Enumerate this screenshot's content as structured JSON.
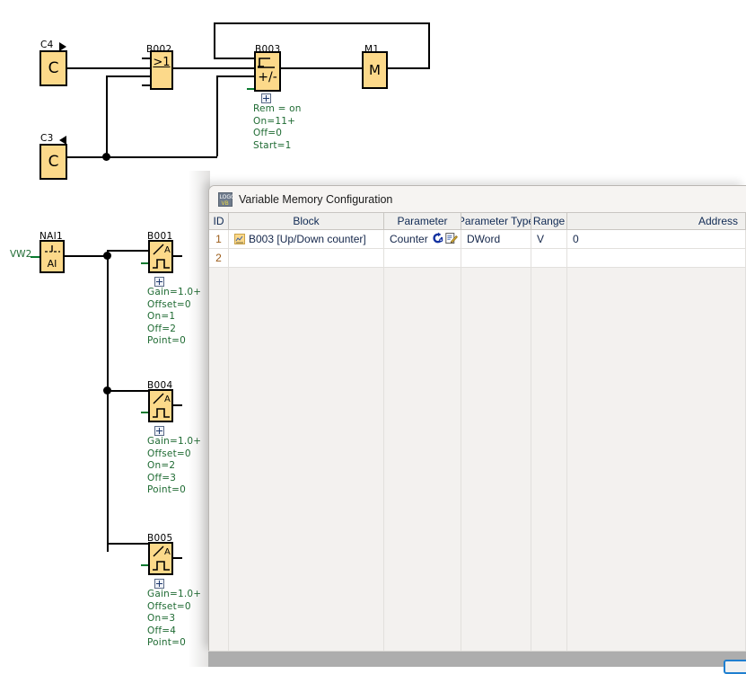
{
  "diagram": {
    "name": "function-block-diagram",
    "blocks": [
      {
        "id": "C4",
        "label": "C4",
        "glyph": "C",
        "marker": "triangle-right"
      },
      {
        "id": "C3",
        "label": "C3",
        "glyph": "C",
        "marker": "triangle-left"
      },
      {
        "id": "B002",
        "label": "B002",
        "glyph": ">1",
        "icon": "or-gate-icon"
      },
      {
        "id": "B003",
        "label": "B003",
        "glyph": "+/-",
        "icon": "up-down-counter-icon"
      },
      {
        "id": "M1",
        "label": "M1",
        "glyph": "M",
        "icon": "flag-icon"
      },
      {
        "id": "NAI1",
        "label": "NAI1",
        "glyph": "AI",
        "icon": "analog-input-icon"
      },
      {
        "id": "B001",
        "label": "B001",
        "glyph": "A",
        "icon": "analog-threshold-icon"
      },
      {
        "id": "B004",
        "label": "B004",
        "glyph": "A",
        "icon": "analog-threshold-icon"
      },
      {
        "id": "B005",
        "label": "B005",
        "glyph": "A",
        "icon": "analog-threshold-icon"
      }
    ],
    "net_labels": [
      {
        "name": "nai1-input-label",
        "text": "VW2"
      }
    ],
    "params": {
      "B003": [
        "Rem = on",
        "On=11+",
        "Off=0",
        "Start=1"
      ],
      "B001": [
        "Gain=1.0+",
        "Offset=0",
        "On=1",
        "Off=2",
        "Point=0"
      ],
      "B004": [
        "Gain=1.0+",
        "Offset=0",
        "On=2",
        "Off=3",
        "Point=0"
      ],
      "B005": [
        "Gain=1.0+",
        "Offset=0",
        "On=3",
        "Off=4",
        "Point=0"
      ]
    }
  },
  "panel": {
    "title": "Variable Memory Configuration",
    "title_icon": "vm-config-icon",
    "columns": [
      "ID",
      "Block",
      "Parameter",
      "Parameter Type",
      "Range",
      "Address"
    ],
    "rows": [
      {
        "id": "1",
        "block": "B003 [Up/Down counter]",
        "block_icon": "block-parameter-icon",
        "parameter": "Counter",
        "parameter_icons": [
          "refresh-icon",
          "edit-icon"
        ],
        "parameter_type": "DWord",
        "range": "V",
        "address": "0"
      },
      {
        "id": "2",
        "block": "",
        "parameter": "",
        "parameter_type": "",
        "range": "",
        "address": ""
      }
    ]
  },
  "colors": {
    "block_fill": "#fcd98a",
    "block_stroke": "#000000",
    "param_text": "#1f6b33",
    "header_text": "#102a54",
    "id_text": "#9b5b18",
    "panel_bg": "#f3f1ef",
    "accent_blue": "#1f7fd0"
  }
}
